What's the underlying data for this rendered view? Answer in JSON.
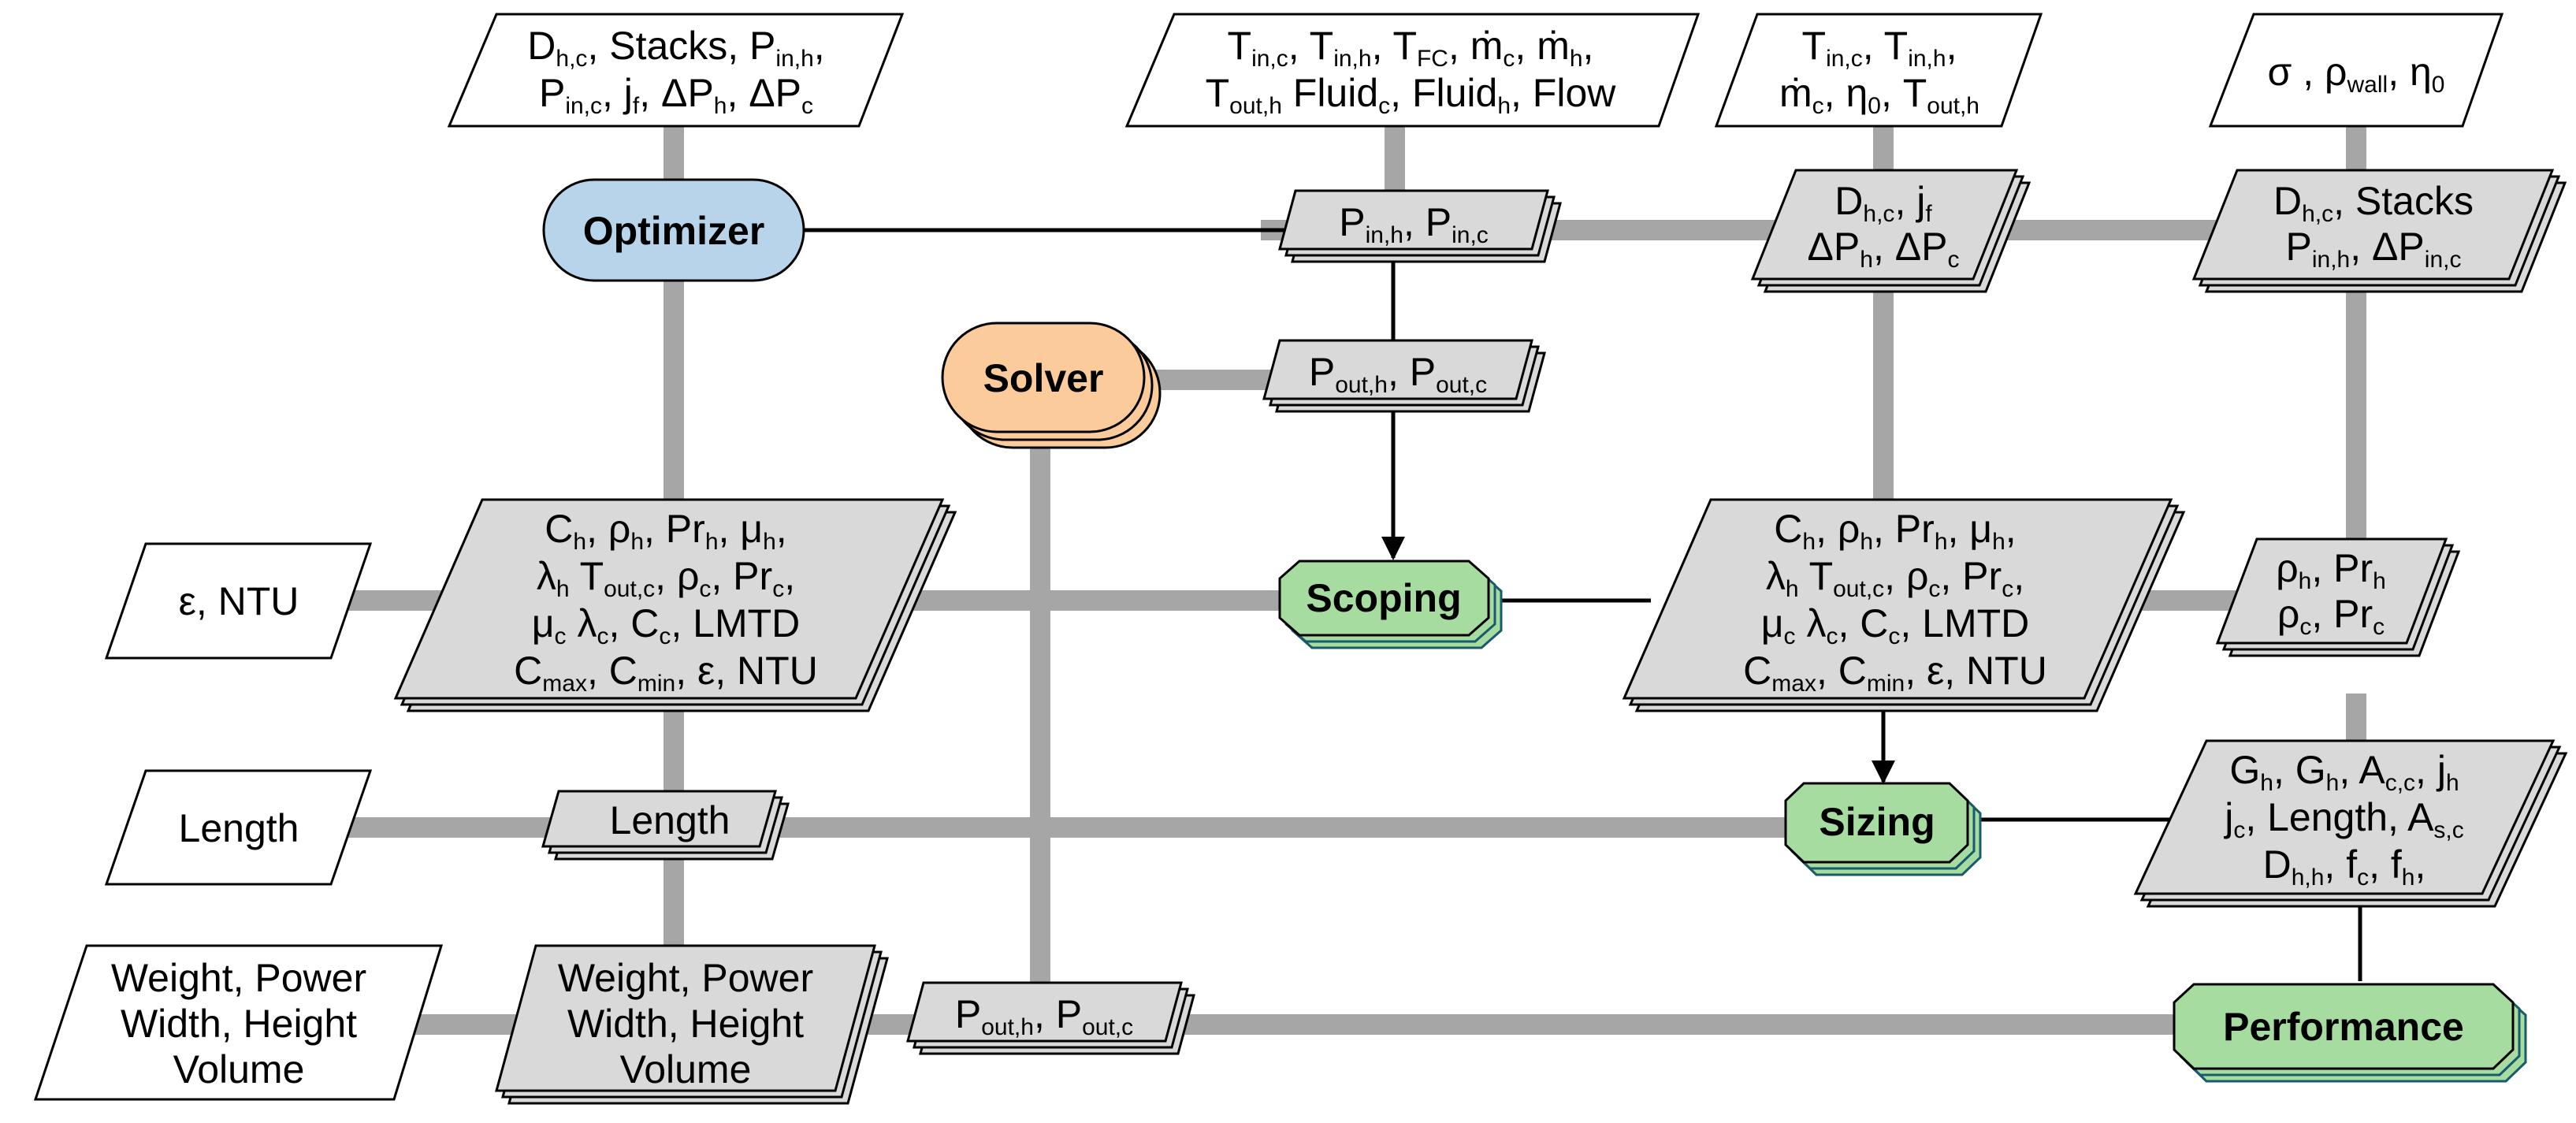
{
  "diagram": {
    "nodes": {
      "optimizer": {
        "label": "Optimizer",
        "color": "#b8d4ea"
      },
      "solver": {
        "label": "Solver",
        "color": "#fbcb9c"
      },
      "scoping": {
        "label": "Scoping",
        "color": "#a6dca0"
      },
      "sizing": {
        "label": "Sizing",
        "color": "#a6dca0"
      },
      "performance": {
        "label": "Performance",
        "color": "#a6dca0"
      }
    },
    "inputs": {
      "top1": [
        "D_{h,c}, Stacks, P_{in,h},",
        "P_{in,c}, j_{f}, ΔP_{h}, ΔP_{c}"
      ],
      "top2": [
        "T_{in,c}, T_{in,h}, T_{FC}, ṁ_{c}, ṁ_{h},",
        "T_{out,h} Fluid_{c}, Fluid_{h}, Flow"
      ],
      "top3": [
        "T_{in,c}, T_{in,h},",
        "ṁ_{c}, η_{0}, T_{out,h}"
      ],
      "top4": [
        "σ , ρ_{wall}, η_{0}"
      ],
      "left_eps": [
        "ε, NTU"
      ],
      "left_length": [
        "Length"
      ],
      "left_weight": [
        "Weight, Power",
        "Width, Height",
        "Volume"
      ]
    },
    "couplings": {
      "pin": [
        "P_{in,h}, P_{in,c}"
      ],
      "dh_mid": [
        "D_{h,c}, j_{f}",
        "ΔP_{h}, ΔP_{c}"
      ],
      "dh_right": [
        "D_{h,c}, Stacks",
        "P_{in,h}, ΔP_{in,c}"
      ],
      "pout_top": [
        "P_{out,h}, P_{out,c}"
      ],
      "props_left": [
        "C_{h}, ρ_{h}, Pr_{h}, μ_{h},",
        "λ_{h} T_{out,c}, ρ_{c}, Pr_{c},",
        "μ_{c} λ_{c}, C_{c}, LMTD",
        "C_{max}, C_{min}, ε, NTU"
      ],
      "props_mid": [
        "C_{h}, ρ_{h}, Pr_{h}, μ_{h},",
        "λ_{h} T_{out,c}, ρ_{c}, Pr_{c},",
        "μ_{c} λ_{c}, C_{c}, LMTD",
        "C_{max}, C_{min}, ε, NTU"
      ],
      "rho_right": [
        "ρ_{h}, Pr_{h}",
        "ρ_{c}, Pr_{c}"
      ],
      "length_mid": [
        "Length"
      ],
      "g_right": [
        "G_{h}, G_{h}, A_{c,c}, j_{h}",
        "j_{c}, Length, A_{s,c}",
        "D_{h,h}, f_{c}, f_{h},"
      ],
      "weight_mid": [
        "Weight, Power",
        "Width, Height",
        "Volume"
      ],
      "pout_bottom": [
        "P_{out,h}, P_{out,c}"
      ]
    },
    "colors": {
      "data_line": "#a6a6a6",
      "data_box": "#d9d9d9",
      "border": "#000000",
      "io_box": "#ffffff"
    }
  }
}
